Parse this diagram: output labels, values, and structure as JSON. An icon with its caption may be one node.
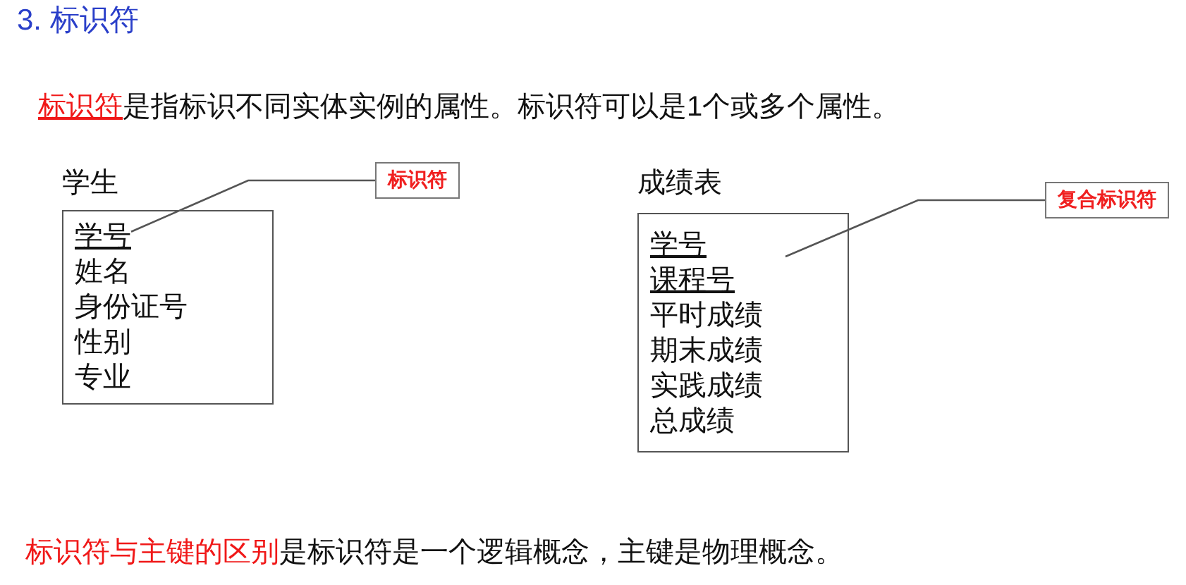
{
  "diagram": {
    "title": "3. 标识符",
    "nodes": [
      {
        "text": [
          "学生"
        ]
      },
      {
        "text": [
          "学号"
        ],
        "in": 0
      },
      {
        "text": [
          "姓名"
        ],
        "in": 0
      },
      {
        "text": [
          "身份证号"
        ],
        "in": 0
      },
      {
        "text": [
          "性别"
        ],
        "in": 0
      },
      {
        "text": [
          "专业"
        ],
        "in": 0
      },
      {
        "text": [
          "标识符"
        ]
      },
      {
        "text": [
          "成绩表"
        ]
      },
      {
        "text": [
          "学号"
        ],
        "in": 7
      },
      {
        "text": [
          "课程号"
        ],
        "in": 7
      },
      {
        "text": [
          "平时成绩"
        ],
        "in": 7
      },
      {
        "text": [
          "期末成绩"
        ],
        "in": 7
      },
      {
        "text": [
          "实践成绩"
        ],
        "in": 7
      },
      {
        "text": [
          "总成绩"
        ],
        "in": 7
      },
      {
        "text": [
          "复合标识符"
        ]
      }
    ],
    "edges": [
      {
        "from": 6,
        "to": 1,
        "arrow": "none"
      },
      {
        "from": 14,
        "to": null,
        "arrow": "none"
      }
    ],
    "labels": [
      "**标识符**是指标识不同实体实例的属性。标识符可以是1个或多个属性。",
      "**标识符与主键的区别**是标识符是一个逻辑概念，主键是物理概念。"
    ]
  }
}
